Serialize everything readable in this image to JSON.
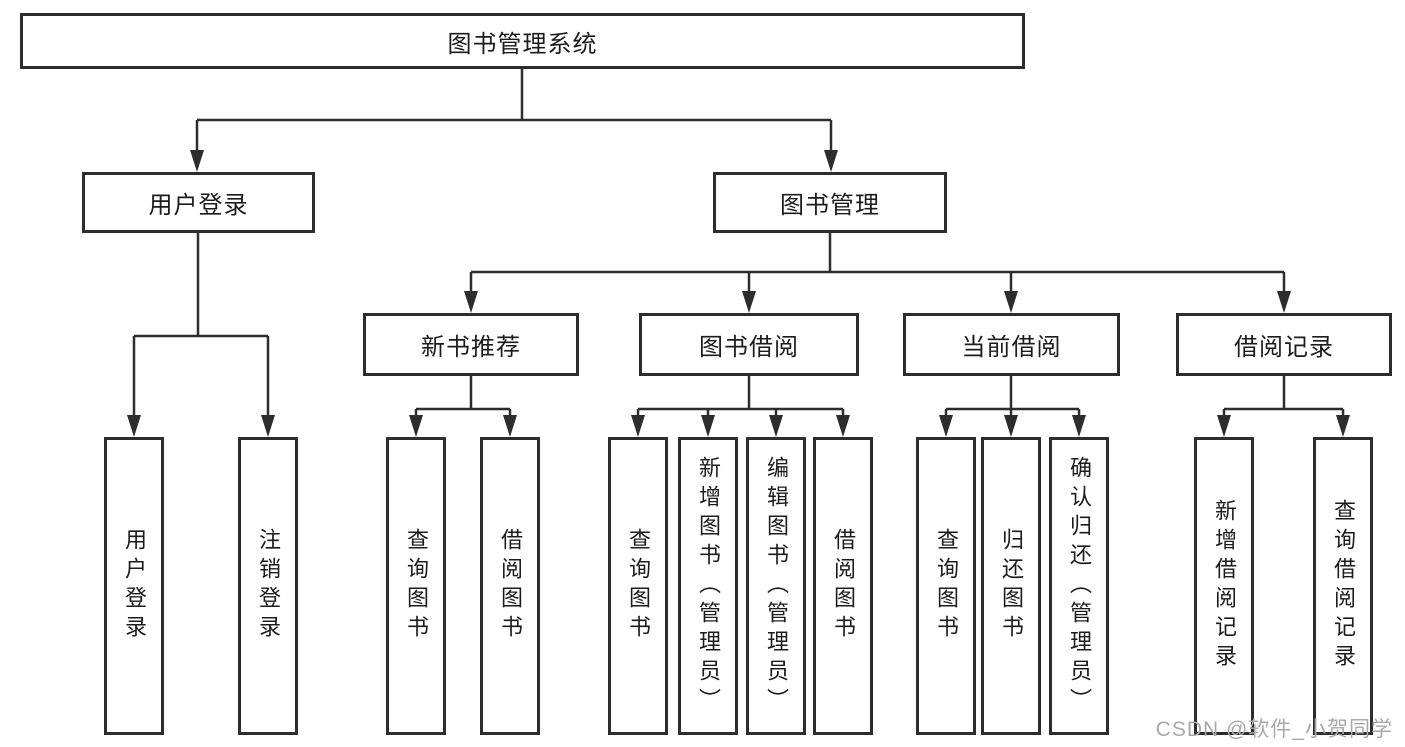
{
  "diagram": {
    "root": "图书管理系统",
    "level2": {
      "user_login": "用户登录",
      "book_management": "图书管理"
    },
    "level3": {
      "new_book_recommend": "新书推荐",
      "book_borrow": "图书借阅",
      "current_borrow": "当前借阅",
      "borrow_records": "借阅记录"
    },
    "leaves": {
      "user_login": "用户登录",
      "logout": "注销登录",
      "rec_query_books": "查询图书",
      "rec_borrow_books": "借阅图书",
      "bor_query_books": "查询图书",
      "bor_add_books": "新增图书（管理员）",
      "bor_edit_books": "编辑图书（管理员）",
      "bor_borrow_books": "借阅图书",
      "cur_query_books": "查询图书",
      "cur_return_books": "归还图书",
      "cur_confirm_return": "确认归还（管理员）",
      "log_add_record": "新增借阅记录",
      "log_query_record": "查询借阅记录"
    },
    "watermark": "CSDN @软件_小贺同学",
    "colors": {
      "line": "#2d2d2d",
      "box_border": "#2d2d2d",
      "box_fill": "#ffffff",
      "text": "#1c1c1c",
      "watermark": "#a9a9a9"
    }
  }
}
